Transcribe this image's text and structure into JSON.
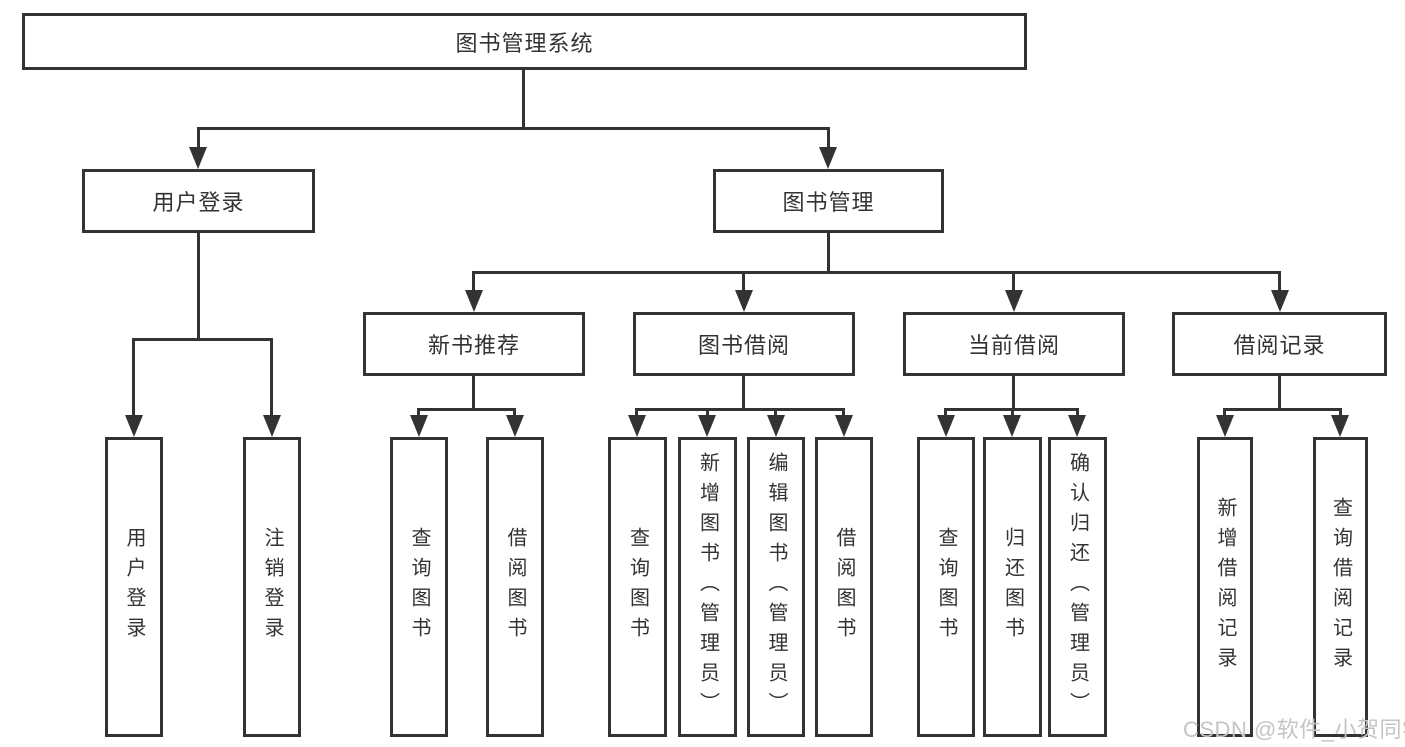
{
  "diagram": {
    "title_node": {
      "label": "图书管理系统"
    },
    "level2": [
      {
        "label": "用户登录",
        "parent": "图书管理系统"
      },
      {
        "label": "图书管理",
        "parent": "图书管理系统"
      }
    ],
    "level3": [
      {
        "label": "新书推荐",
        "parent": "图书管理"
      },
      {
        "label": "图书借阅",
        "parent": "图书管理"
      },
      {
        "label": "当前借阅",
        "parent": "图书管理"
      },
      {
        "label": "借阅记录",
        "parent": "图书管理"
      }
    ],
    "leaves": [
      {
        "label": "用户登录",
        "parent": "用户登录"
      },
      {
        "label": "注销登录",
        "parent": "用户登录"
      },
      {
        "label": "查询图书",
        "parent": "新书推荐"
      },
      {
        "label": "借阅图书",
        "parent": "新书推荐"
      },
      {
        "label": "查询图书",
        "parent": "图书借阅"
      },
      {
        "label": "新增图书（管理员）",
        "parent": "图书借阅"
      },
      {
        "label": "编辑图书（管理员）",
        "parent": "图书借阅"
      },
      {
        "label": "借阅图书",
        "parent": "图书借阅"
      },
      {
        "label": "查询图书",
        "parent": "当前借阅"
      },
      {
        "label": "归还图书",
        "parent": "当前借阅"
      },
      {
        "label": "确认归还（管理员）",
        "parent": "当前借阅"
      },
      {
        "label": "新增借阅记录",
        "parent": "借阅记录"
      },
      {
        "label": "查询借阅记录",
        "parent": "借阅记录"
      }
    ]
  },
  "watermark": {
    "text": "CSDN @软件_小贺同学"
  },
  "colors": {
    "line": "#333333",
    "text": "#333333",
    "watermark": "#c6c3c3",
    "background": "#ffffff"
  }
}
